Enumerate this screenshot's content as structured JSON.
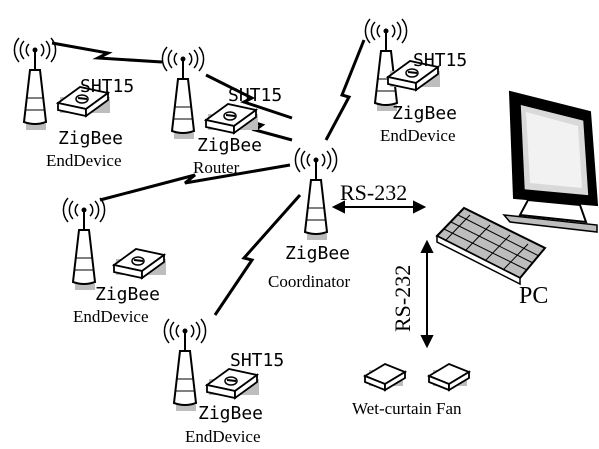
{
  "labels": {
    "sensor": "SHT15",
    "zigbee": "ZigBee",
    "end_device": "EndDevice",
    "router": "Router",
    "coordinator": "Coordinator",
    "link_serial": "RS-232",
    "pc": "PC",
    "actuator": "Wet-curtain Fan"
  }
}
